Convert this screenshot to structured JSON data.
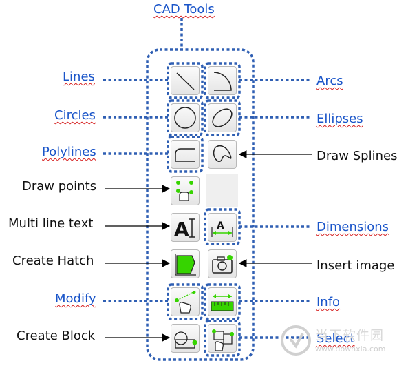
{
  "title": "CAD Tools",
  "labels": {
    "lines": "Lines",
    "arcs": "Arcs",
    "circles": "Circles",
    "ellipses": "Ellipses",
    "polylines": "Polylines",
    "draw_splines": "Draw Splines",
    "draw_points": "Draw points",
    "multi_line_text": "Multi line text",
    "dimensions": "Dimensions",
    "create_hatch": "Create Hatch",
    "insert_image": "Insert image",
    "modify": "Modify",
    "info": "Info",
    "create_block": "Create Block",
    "select": "Select"
  },
  "colors": {
    "link_text": "#1a55c9",
    "dotted_border": "#2f5fb3",
    "arrow": "#000000",
    "icon_green": "#36d400"
  },
  "watermark": {
    "text_cn": "当下软件园",
    "url": "www.downxia.com"
  }
}
